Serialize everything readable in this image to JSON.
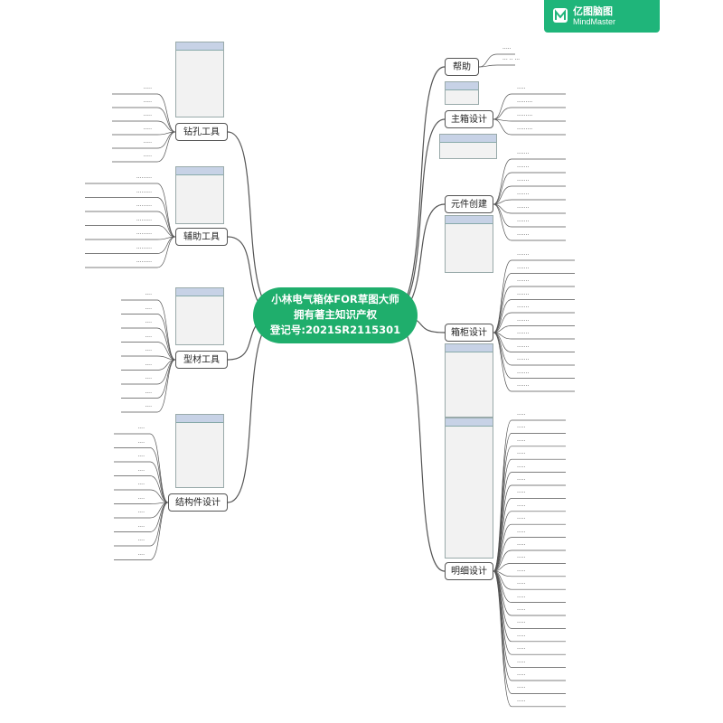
{
  "brand": {
    "name": "亿图脑图",
    "sub": "MindMaster",
    "color": "#1fb57a"
  },
  "center": {
    "lines": [
      "小林电气箱体FOR草图大师",
      "拥有著主知识产权",
      "登记号:2021SR2115301"
    ],
    "color": "#1fae6c"
  },
  "branches": {
    "help": {
      "label": "帮助",
      "items": [
        "·····",
        "··· ·· ···"
      ]
    },
    "main_design": {
      "label": "主箱设计",
      "items": [
        "·····",
        "·········",
        "·········",
        "·········"
      ]
    },
    "component": {
      "label": "元件创建",
      "items": [
        "·······",
        "·······",
        "·······",
        "·······",
        "·······",
        "·······",
        "·······"
      ]
    },
    "cabinet": {
      "label": "箱柜设计",
      "items": [
        "·······",
        "·······",
        "·······",
        "·······",
        "·······",
        "·······",
        "·······",
        "·······",
        "·······",
        "·······",
        "·······"
      ]
    },
    "detail": {
      "label": "明细设计",
      "items": [
        "·····",
        "·····",
        "·····",
        "·····",
        "·····",
        "·····",
        "·····",
        "·····",
        "·····",
        "·····",
        "·····",
        "·····",
        "·····",
        "·····",
        "·····",
        "·····",
        "·····",
        "·····",
        "·····",
        "·····",
        "·····",
        "·····",
        "·····"
      ]
    },
    "drill": {
      "label": "钻孔工具",
      "items": [
        "·····",
        "·····",
        "·····",
        "·····",
        "·····",
        "·····"
      ]
    },
    "aux": {
      "label": "辅助工具",
      "items": [
        "·········",
        "·········",
        "·········",
        "·········",
        "·········",
        "·········",
        "·········"
      ]
    },
    "profile": {
      "label": "型材工具",
      "items": [
        "····",
        "····",
        "····",
        "····",
        "····",
        "····",
        "····",
        "····",
        "····"
      ]
    },
    "structure": {
      "label": "结构件设计",
      "items": [
        "····",
        "····",
        "····",
        "····",
        "····",
        "····",
        "····",
        "····",
        "····",
        "····"
      ]
    }
  }
}
